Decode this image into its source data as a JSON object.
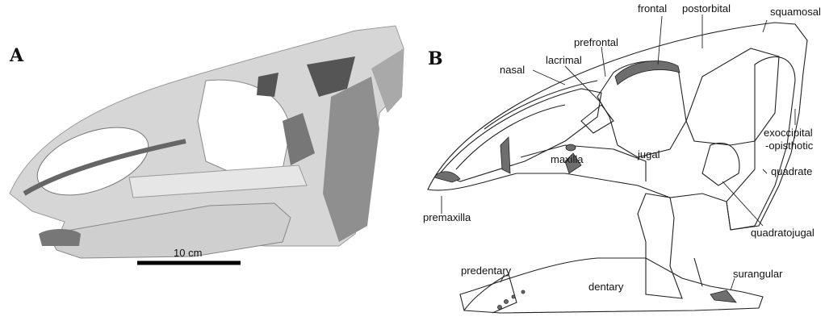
{
  "panels": {
    "a": "A",
    "b": "B"
  },
  "scale_bar": {
    "label": "10 cm"
  },
  "labels": {
    "squamosal": "squamosal",
    "frontal": "frontal",
    "postorbital": "postorbital",
    "prefrontal": "prefrontal",
    "lacrimal": "lacrimal",
    "nasal": "nasal",
    "exoccipital": "exoccipital",
    "opisthotic": "-opisthotic",
    "maxilla": "maxilla",
    "jugal": "jugal",
    "quadrate": "quadrate",
    "premaxilla": "premaxilla",
    "quadratojugal": "quadratojugal",
    "predentary": "predentary",
    "dentary": "dentary",
    "surangular": "surangular"
  },
  "colors": {
    "bone_photo": "#d8d8d8",
    "bone_dark": "#6a6a6a",
    "highlight": "#6e6e6e",
    "line": "#222222"
  }
}
